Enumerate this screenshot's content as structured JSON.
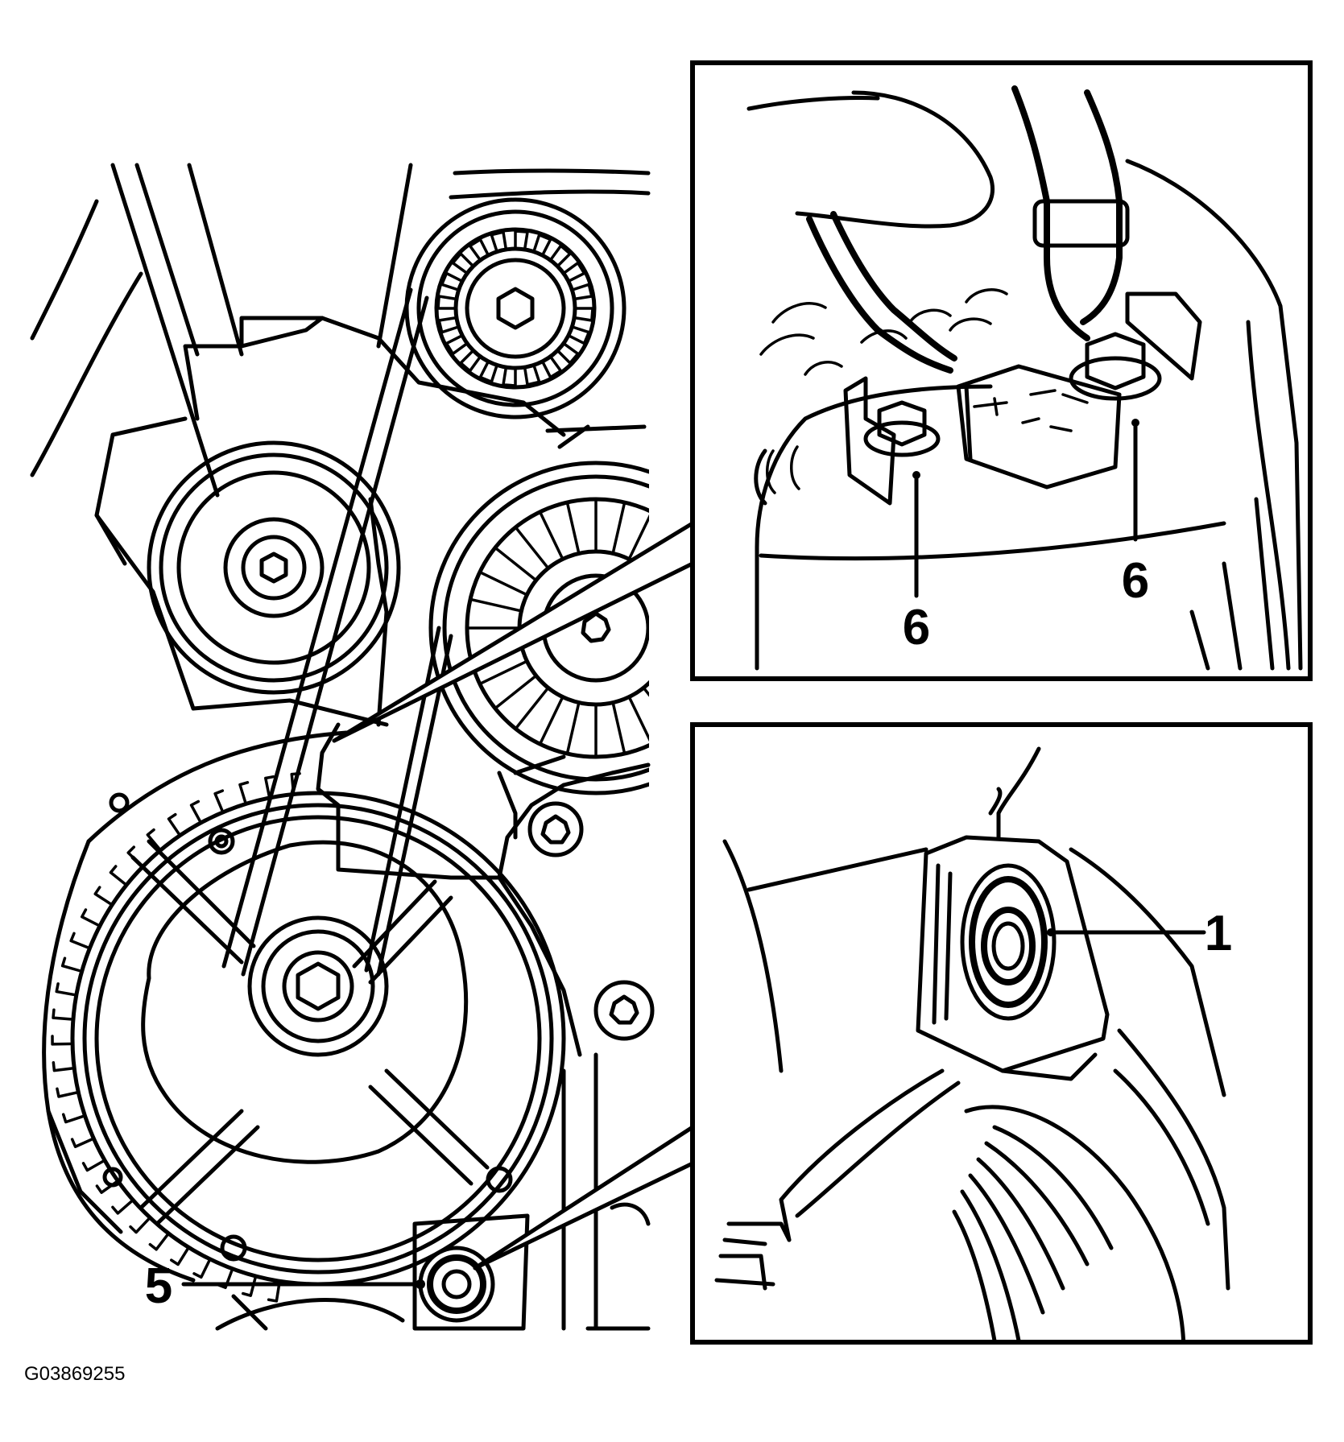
{
  "figure_id": "G03869255",
  "callouts": {
    "c1": "1",
    "c5": "5",
    "c6a": "6",
    "c6b": "6"
  }
}
